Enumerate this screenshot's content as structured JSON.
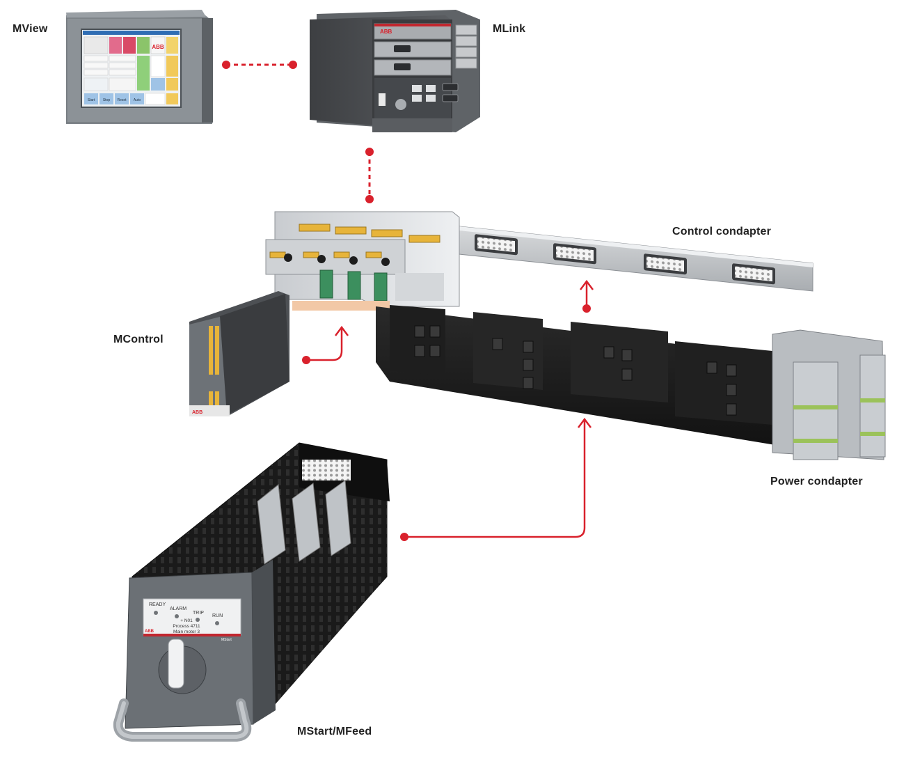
{
  "labels": {
    "mview": "MView",
    "mlink": "MLink",
    "control_condapter": "Control condapter",
    "mcontrol": "MControl",
    "power_condapter": "Power condapter",
    "mstart_mfeed": "MStart/MFeed"
  },
  "devices": {
    "mview_panel": {
      "brand": "ABB",
      "screen_buttons": [
        "Start",
        "Stop",
        "Reset",
        "Auto"
      ]
    },
    "mlink_unit": {
      "brand": "ABB"
    },
    "mcontrol_unit": {
      "brand": "ABB"
    },
    "mstart_module": {
      "indicators": [
        "READY",
        "ALARM",
        "TRIP",
        "RUN"
      ],
      "tag_lines": [
        "+ N01",
        "Process 4711",
        "Main motor 3"
      ],
      "brand": "ABB",
      "model": "MStart"
    }
  },
  "colors": {
    "connector_red": "#d9212c",
    "label_text": "#222222",
    "device_grey": "#6d7277",
    "device_dark": "#2b2b2b",
    "terminal_yellow": "#e7b43a",
    "busbar_black": "#1f1f1f"
  }
}
